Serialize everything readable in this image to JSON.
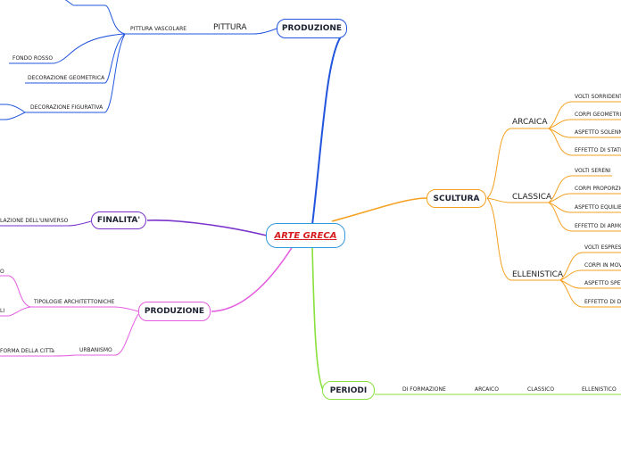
{
  "central": {
    "label": "ARTE GRECA"
  },
  "colors": {
    "blue": "#2255dd",
    "orange": "#f5a020",
    "purple": "#7a33cc",
    "pink": "#e35ce0",
    "green": "#88e03c",
    "central_border": "#3399dd",
    "central_text": "#d61c1c"
  },
  "produzione_top": {
    "label": "PRODUZIONE",
    "pittura": "PITTURA",
    "pittura_vascolare": "PITTURA VASCOLARE",
    "fondo_rosso": "FONDO ROSSO",
    "decorazione_geometrica": "DECORAZIONE GEOMETRICA",
    "decorazione_figurativa": "DECORAZIONE FIGURATIVA"
  },
  "finalita": {
    "label": "FINALITA'",
    "item": "LAZIONE DELL'UNIVERSO"
  },
  "produzione_bottom": {
    "label": "PRODUZIONE",
    "tipologie": "TIPOLOGIE ARCHITETTONICHE",
    "tipologie_child_1": "O",
    "tipologie_child_2": "LI",
    "urbanismo": "URBANISMO",
    "urbanismo_child": "FORMA DELLA CITTà"
  },
  "scultura": {
    "label": "SCULTURA",
    "arcaica": {
      "label": "ARCAICA",
      "items": [
        "VOLTI SORRIDENTI",
        "CORPI GEOMETRICI",
        "ASPETTO SOLENNE",
        "EFFETTO DI STATICI"
      ]
    },
    "classica": {
      "label": "CLASSICA",
      "items": [
        "VOLTI SERENI",
        "CORPI PROPORZIO",
        "ASPETTO EQUILIBR",
        "EFFETTO DI ARMO"
      ]
    },
    "ellenistica": {
      "label": "ELLENISTICA",
      "items": [
        "VOLTI ESPRESS",
        "CORPI IN MOVI",
        "ASPETTO SPET",
        "EFFETTO DI DE"
      ]
    }
  },
  "periodi": {
    "label": "PERIODI",
    "items": [
      "DI FORMAZIONE",
      "ARCAICO",
      "CLASSICO",
      "ELLENISTICO"
    ]
  }
}
